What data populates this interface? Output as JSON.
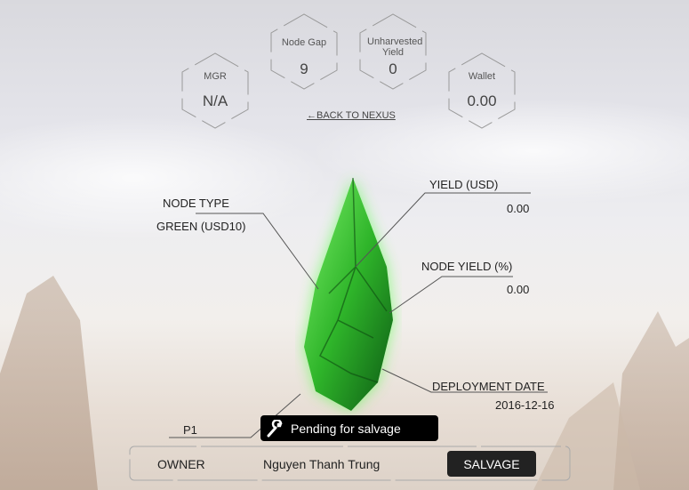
{
  "stats": [
    {
      "label": "MGR",
      "value": "N/A"
    },
    {
      "label": "Node Gap",
      "value": "9"
    },
    {
      "label": "Unharvested Yield",
      "value": "0"
    },
    {
      "label": "Wallet",
      "value": "0.00"
    }
  ],
  "back_link": "←BACK TO NEXUS",
  "node": {
    "type_label": "NODE TYPE",
    "type_value": "GREEN (USD10)",
    "yield_label": "YIELD (USD)",
    "yield_value": "0.00",
    "node_yield_label": "NODE YIELD (%)",
    "node_yield_value": "0.00",
    "deploy_label": "DEPLOYMENT DATE",
    "deploy_value": "2016-12-16",
    "position": "P1"
  },
  "status": {
    "text": "Pending for salvage",
    "icon": "wrench-icon"
  },
  "footer": {
    "owner_label": "OWNER",
    "owner_name": "Nguyen Thanh Trung",
    "salvage_label": "SALVAGE"
  }
}
